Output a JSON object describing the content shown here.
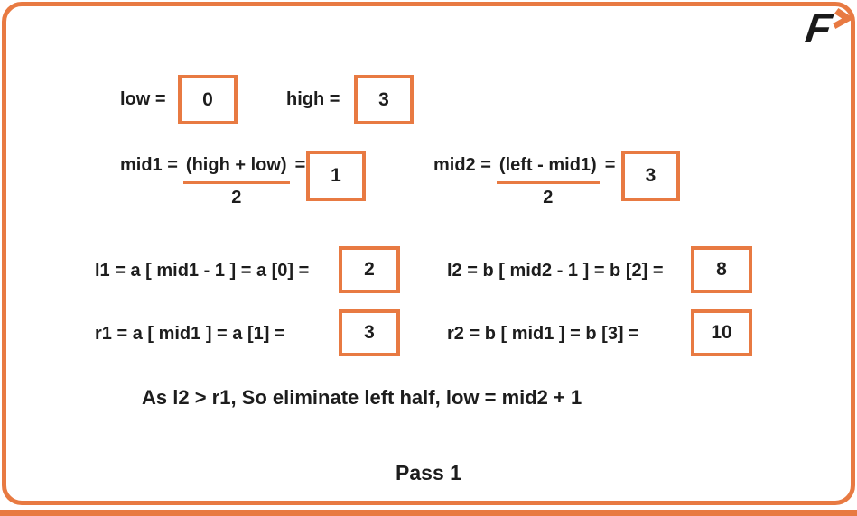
{
  "theme": {
    "accent": "#E87A42",
    "ink": "#1d1d1d",
    "background": "#ffffff"
  },
  "logo": {
    "letter": "F",
    "mark": "chevron-right"
  },
  "variables": {
    "low": {
      "label": "low =",
      "value": "0"
    },
    "high": {
      "label": "high =",
      "value": "3"
    }
  },
  "mids": {
    "mid1": {
      "prefix": "mid1 =",
      "numerator": "(high + low)",
      "suffix": "=",
      "denominator": "2",
      "value": "1"
    },
    "mid2": {
      "prefix": "mid2 =",
      "numerator": "(left - mid1)",
      "suffix": "=",
      "denominator": "2",
      "value": "3"
    }
  },
  "elements": {
    "l1": {
      "label": "l1 = a [ mid1 - 1 ] = a [0] =",
      "value": "2"
    },
    "l2": {
      "label": "l2 = b [ mid2 - 1 ] = b [2] =",
      "value": "8"
    },
    "r1": {
      "label": "r1 = a [ mid1 ] = a [1] =",
      "value": "3"
    },
    "r2": {
      "label": "r2 = b [ mid1 ] = b [3] =",
      "value": "10"
    }
  },
  "conclusion": "As l2 > r1, So eliminate left half, low = mid2 + 1",
  "pass": "Pass 1"
}
